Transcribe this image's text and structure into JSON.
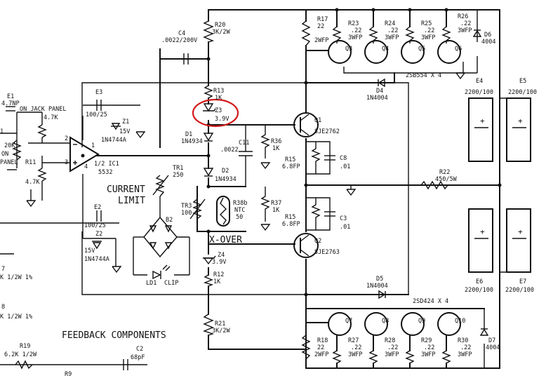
{
  "title_feedback": "FEEDBACK COMPONENTS",
  "current_limit": [
    "CURRENT",
    "LIMIT"
  ],
  "x_over": "X-OVER",
  "transistor_groups": {
    "top": "2SB554 X 4",
    "bottom": "2SD424 X 4"
  },
  "highlight_color": "#d21919",
  "components": {
    "R20": [
      "R20",
      "3K/2W"
    ],
    "C4": [
      "C4",
      ".0022/200V"
    ],
    "R13": [
      "R13",
      "1K"
    ],
    "Z3": [
      "Z3",
      "3.9V"
    ],
    "D1": [
      "D1",
      "1N4934"
    ],
    "D2": [
      "D2",
      "1N4934"
    ],
    "C11": [
      "C11",
      ".0022"
    ],
    "R36": [
      "R36",
      "1K"
    ],
    "R37": [
      "R37",
      "1K"
    ],
    "TR1": [
      "TR1",
      "250"
    ],
    "TR3": [
      "TR3",
      "100"
    ],
    "R38b": [
      "R38b",
      "NTC",
      "50"
    ],
    "Z4": [
      "Z4",
      "3.9V"
    ],
    "R12": [
      "R12",
      "1K"
    ],
    "R21": [
      "R21",
      "3K/2W"
    ],
    "B2": [
      "B2"
    ],
    "LD1": [
      "LD1",
      "CLIP"
    ],
    "Q1": [
      "Q1",
      "SJE2762"
    ],
    "Q2": [
      "Q2",
      "SJE2763"
    ],
    "R15a": [
      "R15",
      "6.8FP"
    ],
    "R15b": [
      "R15",
      "6.8FP"
    ],
    "C8": [
      "C8",
      ".01"
    ],
    "C3": [
      "C3",
      ".01"
    ],
    "D4": [
      "D4",
      "1N4004"
    ],
    "D5": [
      "D5",
      "1N4004"
    ],
    "R17": [
      "R17",
      "22",
      "2WFP"
    ],
    "R18": [
      "R18",
      "22",
      "2WFP"
    ],
    "R23": [
      "R23",
      ".22",
      "3WFP"
    ],
    "R24": [
      "R24",
      ".22",
      "3WFP"
    ],
    "R25": [
      "R25",
      ".22",
      "3WFP"
    ],
    "R26": [
      "R26",
      ".22",
      "3WFP"
    ],
    "R27": [
      "R27",
      ".22",
      "3WFP"
    ],
    "R28": [
      "R28",
      ".22",
      "3WFP"
    ],
    "R29": [
      "R29",
      ".22",
      "3WFP"
    ],
    "R30": [
      "R30",
      ".22",
      "3WFP"
    ],
    "D6": [
      "D6",
      "4004"
    ],
    "D7": [
      "D7",
      "4004"
    ],
    "Q3": "Q3",
    "Q4": "Q4",
    "Q5": "Q5",
    "Q6": "Q6",
    "Q7": "Q7",
    "Q8": "Q8",
    "Q9": "Q9",
    "Q10": "Q10",
    "E4": [
      "E4",
      "2200/100"
    ],
    "E5": [
      "E5",
      "2200/100"
    ],
    "E6": [
      "E6",
      "2200/100"
    ],
    "E7": [
      "E7",
      "2200/100"
    ],
    "R22": [
      "R22",
      "450/5W"
    ],
    "E1": [
      "E1",
      "4.7NP"
    ],
    "jack": "ON JACK PANEL",
    "R47k": "4.7K",
    "R20k": "20K",
    "on": "ON",
    "panel": "PANEL",
    "R11": [
      "R11",
      "4.7K"
    ],
    "E3": [
      "E3",
      "100/25"
    ],
    "Z1": [
      "Z1",
      "15V",
      "1N4744A"
    ],
    "E2": [
      "E2",
      "100/25"
    ],
    "Z2": [
      "Z2",
      "15V",
      "1N4744A"
    ],
    "IC1": [
      "1/2 IC1",
      "5532"
    ],
    "pins": [
      "2",
      "3",
      "1",
      "4"
    ],
    "R19": [
      "R19",
      "6.2K 1/2W"
    ],
    "C2": [
      "C2",
      "68pF"
    ],
    "left1": "K 1/2W 1%",
    "left2": "K 1/2W 1%",
    "left_r7": "7",
    "left_r8": "8",
    "left_1": "1",
    "R9_frag": "R9"
  }
}
